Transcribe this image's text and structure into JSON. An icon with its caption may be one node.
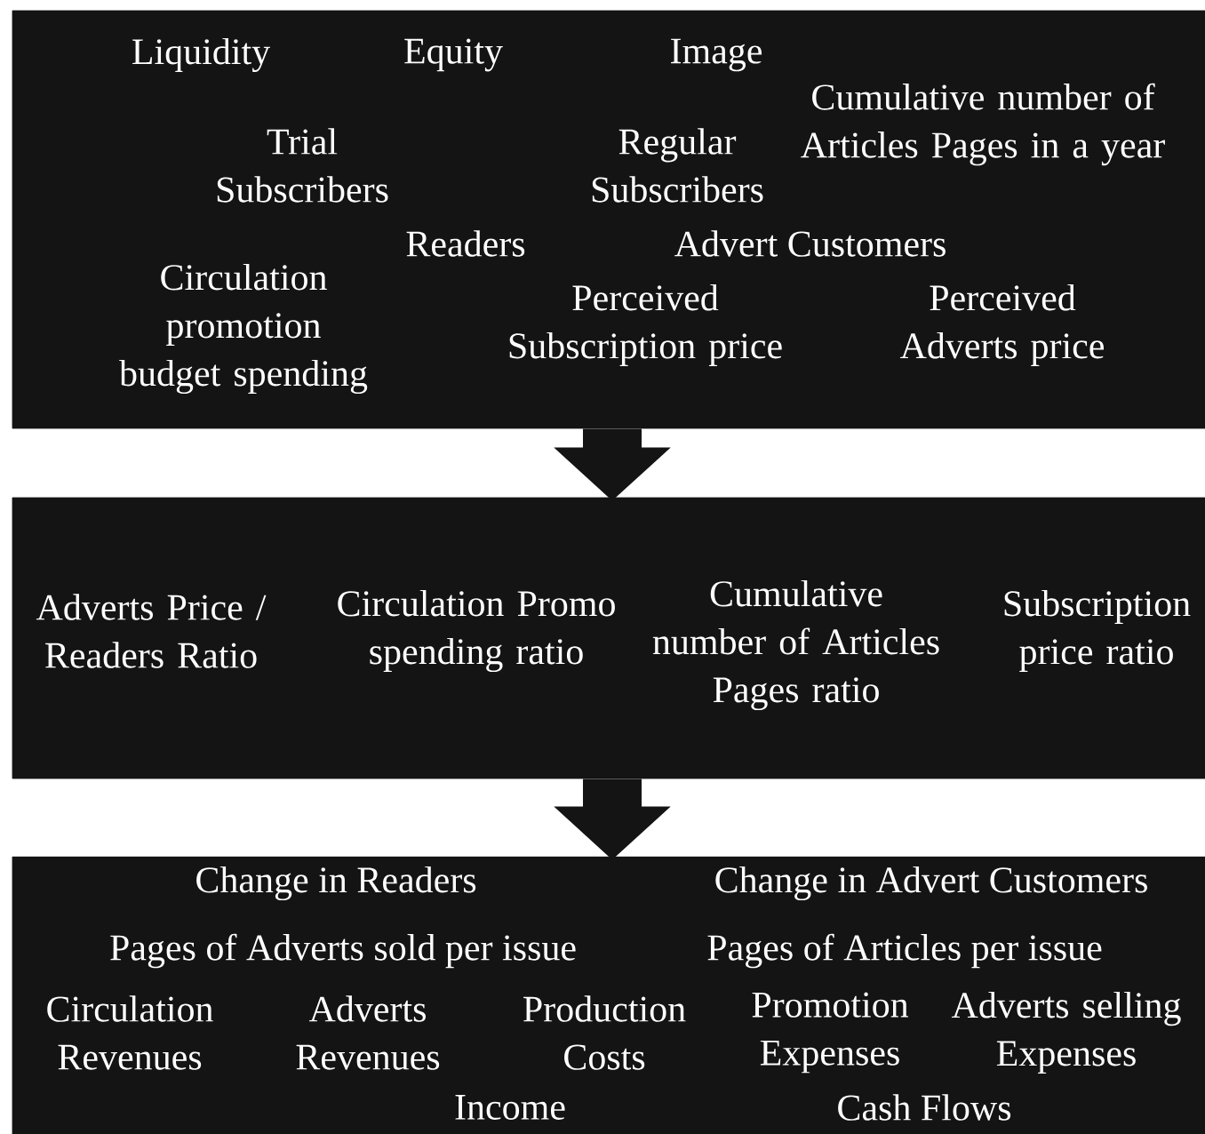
{
  "diagram": {
    "nodes": [
      {
        "text": [
          "Liquidity",
          "Equity",
          "Image",
          "Trial Subscribers",
          "Regular Subscribers",
          "Cumulative number of Articles Pages in a year",
          "Readers",
          "Advert Customers",
          "Circulation promotion budget spending",
          "Perceived Subscription price",
          "Perceived Adverts price"
        ]
      },
      {
        "text": [
          "Adverts Price / Readers Ratio",
          "Circulation Promo spending ratio",
          "Cumulative number of Articles Pages ratio",
          "Subscription price ratio"
        ]
      },
      {
        "text": [
          "Change in Readers",
          "Change in Advert Customers",
          "Pages of Adverts sold per issue",
          "Pages of Articles per issue",
          "Circulation Revenues",
          "Adverts Revenues",
          "Production Costs",
          "Promotion Expenses",
          "Adverts selling Expenses",
          "Income",
          "Cash Flows"
        ]
      }
    ],
    "edges": [
      {
        "from": 0,
        "to": 1,
        "arrow": "to"
      },
      {
        "from": 1,
        "to": 2,
        "arrow": "to"
      }
    ]
  }
}
